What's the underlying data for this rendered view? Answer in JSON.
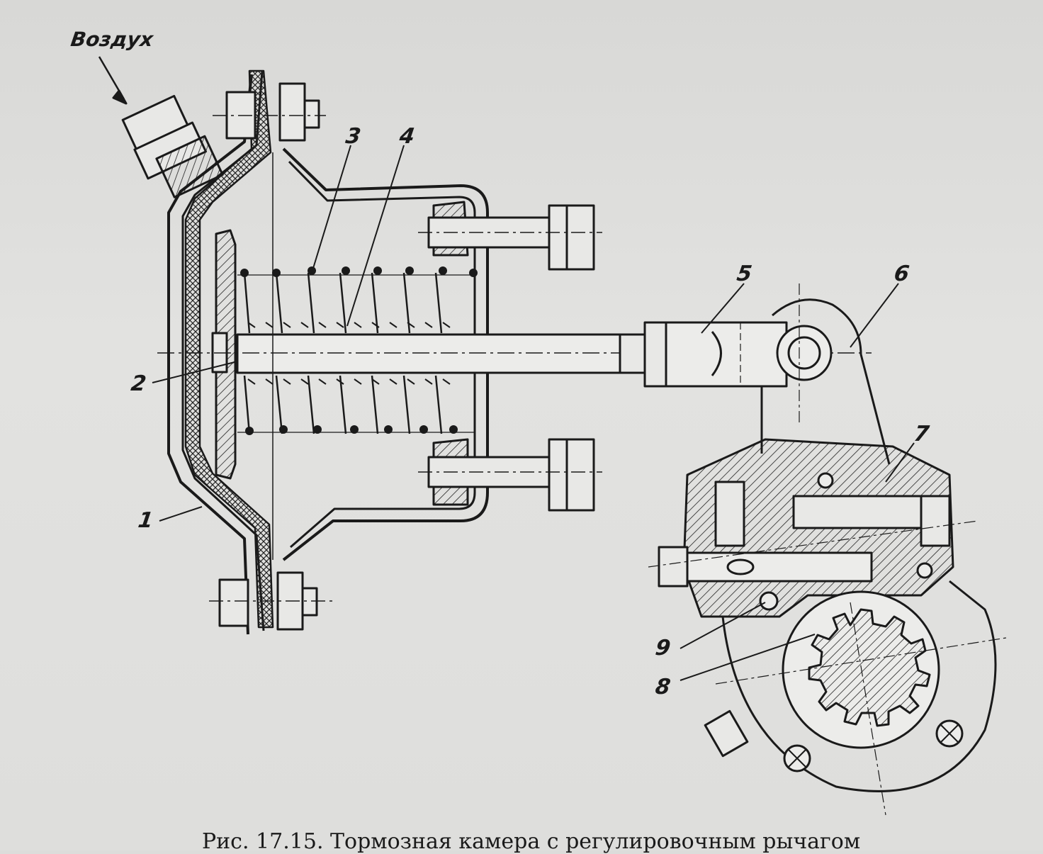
{
  "air_label": "Воздух",
  "part_labels": {
    "p1": "1",
    "p2": "2",
    "p3": "3",
    "p4": "4",
    "p5": "5",
    "p6": "6",
    "p7": "7",
    "p8": "8",
    "p9": "9"
  },
  "caption": "Рис. 17.15. Тормозная камера с регулировочным рычагом"
}
